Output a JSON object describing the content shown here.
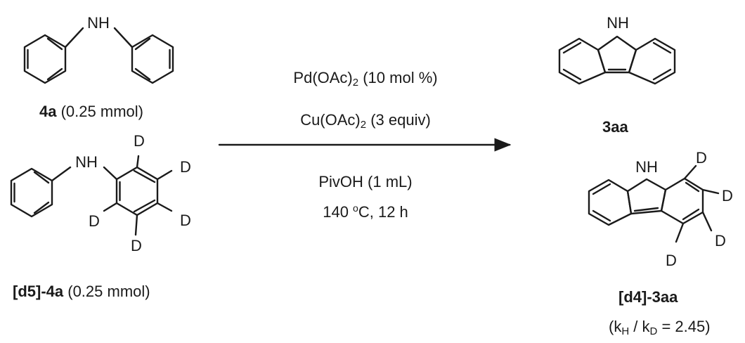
{
  "atoms": {
    "nh": "NH",
    "d": "D"
  },
  "reactants": {
    "a": {
      "code": "4a",
      "amount": "(0.25 mmol)"
    },
    "b": {
      "code": "[d5]-4a",
      "amount": "(0.25 mmol)"
    }
  },
  "conditions": {
    "catalyst": {
      "base": "Pd(OAc)",
      "sub": "2",
      "rest": " (10 mol %)"
    },
    "oxidant": {
      "base": "Cu(OAc)",
      "sub": "2",
      "rest": "  (3 equiv)"
    },
    "solvent": "PivOH (1 mL)",
    "temp": {
      "pre": "140 ",
      "sup": "o",
      "post": "C, 12 h"
    }
  },
  "products": {
    "a": {
      "code": "3aa"
    },
    "b": {
      "code": "[d4]-3aa"
    },
    "kie": {
      "open": "(k",
      "h": "H",
      "mid": " / k",
      "d": "D",
      "close": " = 2.45)"
    }
  }
}
